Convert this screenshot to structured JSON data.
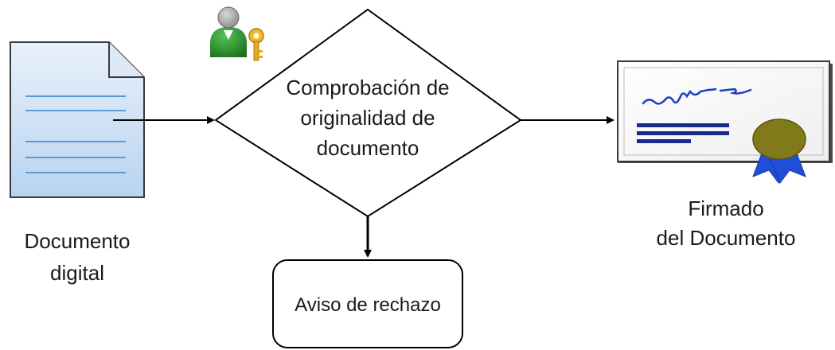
{
  "nodes": {
    "document": {
      "line1": "Documento",
      "line2": "digital"
    },
    "decision": {
      "line1": "Comprobación de",
      "line2": "originalidad de",
      "line3": "documento"
    },
    "signed": {
      "line1": "Firmado",
      "line2": "del Documento"
    },
    "reject": {
      "label": "Aviso de rechazo"
    }
  },
  "colors": {
    "document_fill": "#cfe2f7",
    "document_lines": "#5b9bd5",
    "user_body": "#2e8b2e",
    "key": "#e6a817",
    "seal": "#807a1a",
    "ribbon": "#1f4fd8",
    "bars": "#1a2a8c",
    "signature": "#1f3fbf"
  },
  "icons": [
    "document-icon",
    "user-key-icon",
    "certificate-icon"
  ]
}
